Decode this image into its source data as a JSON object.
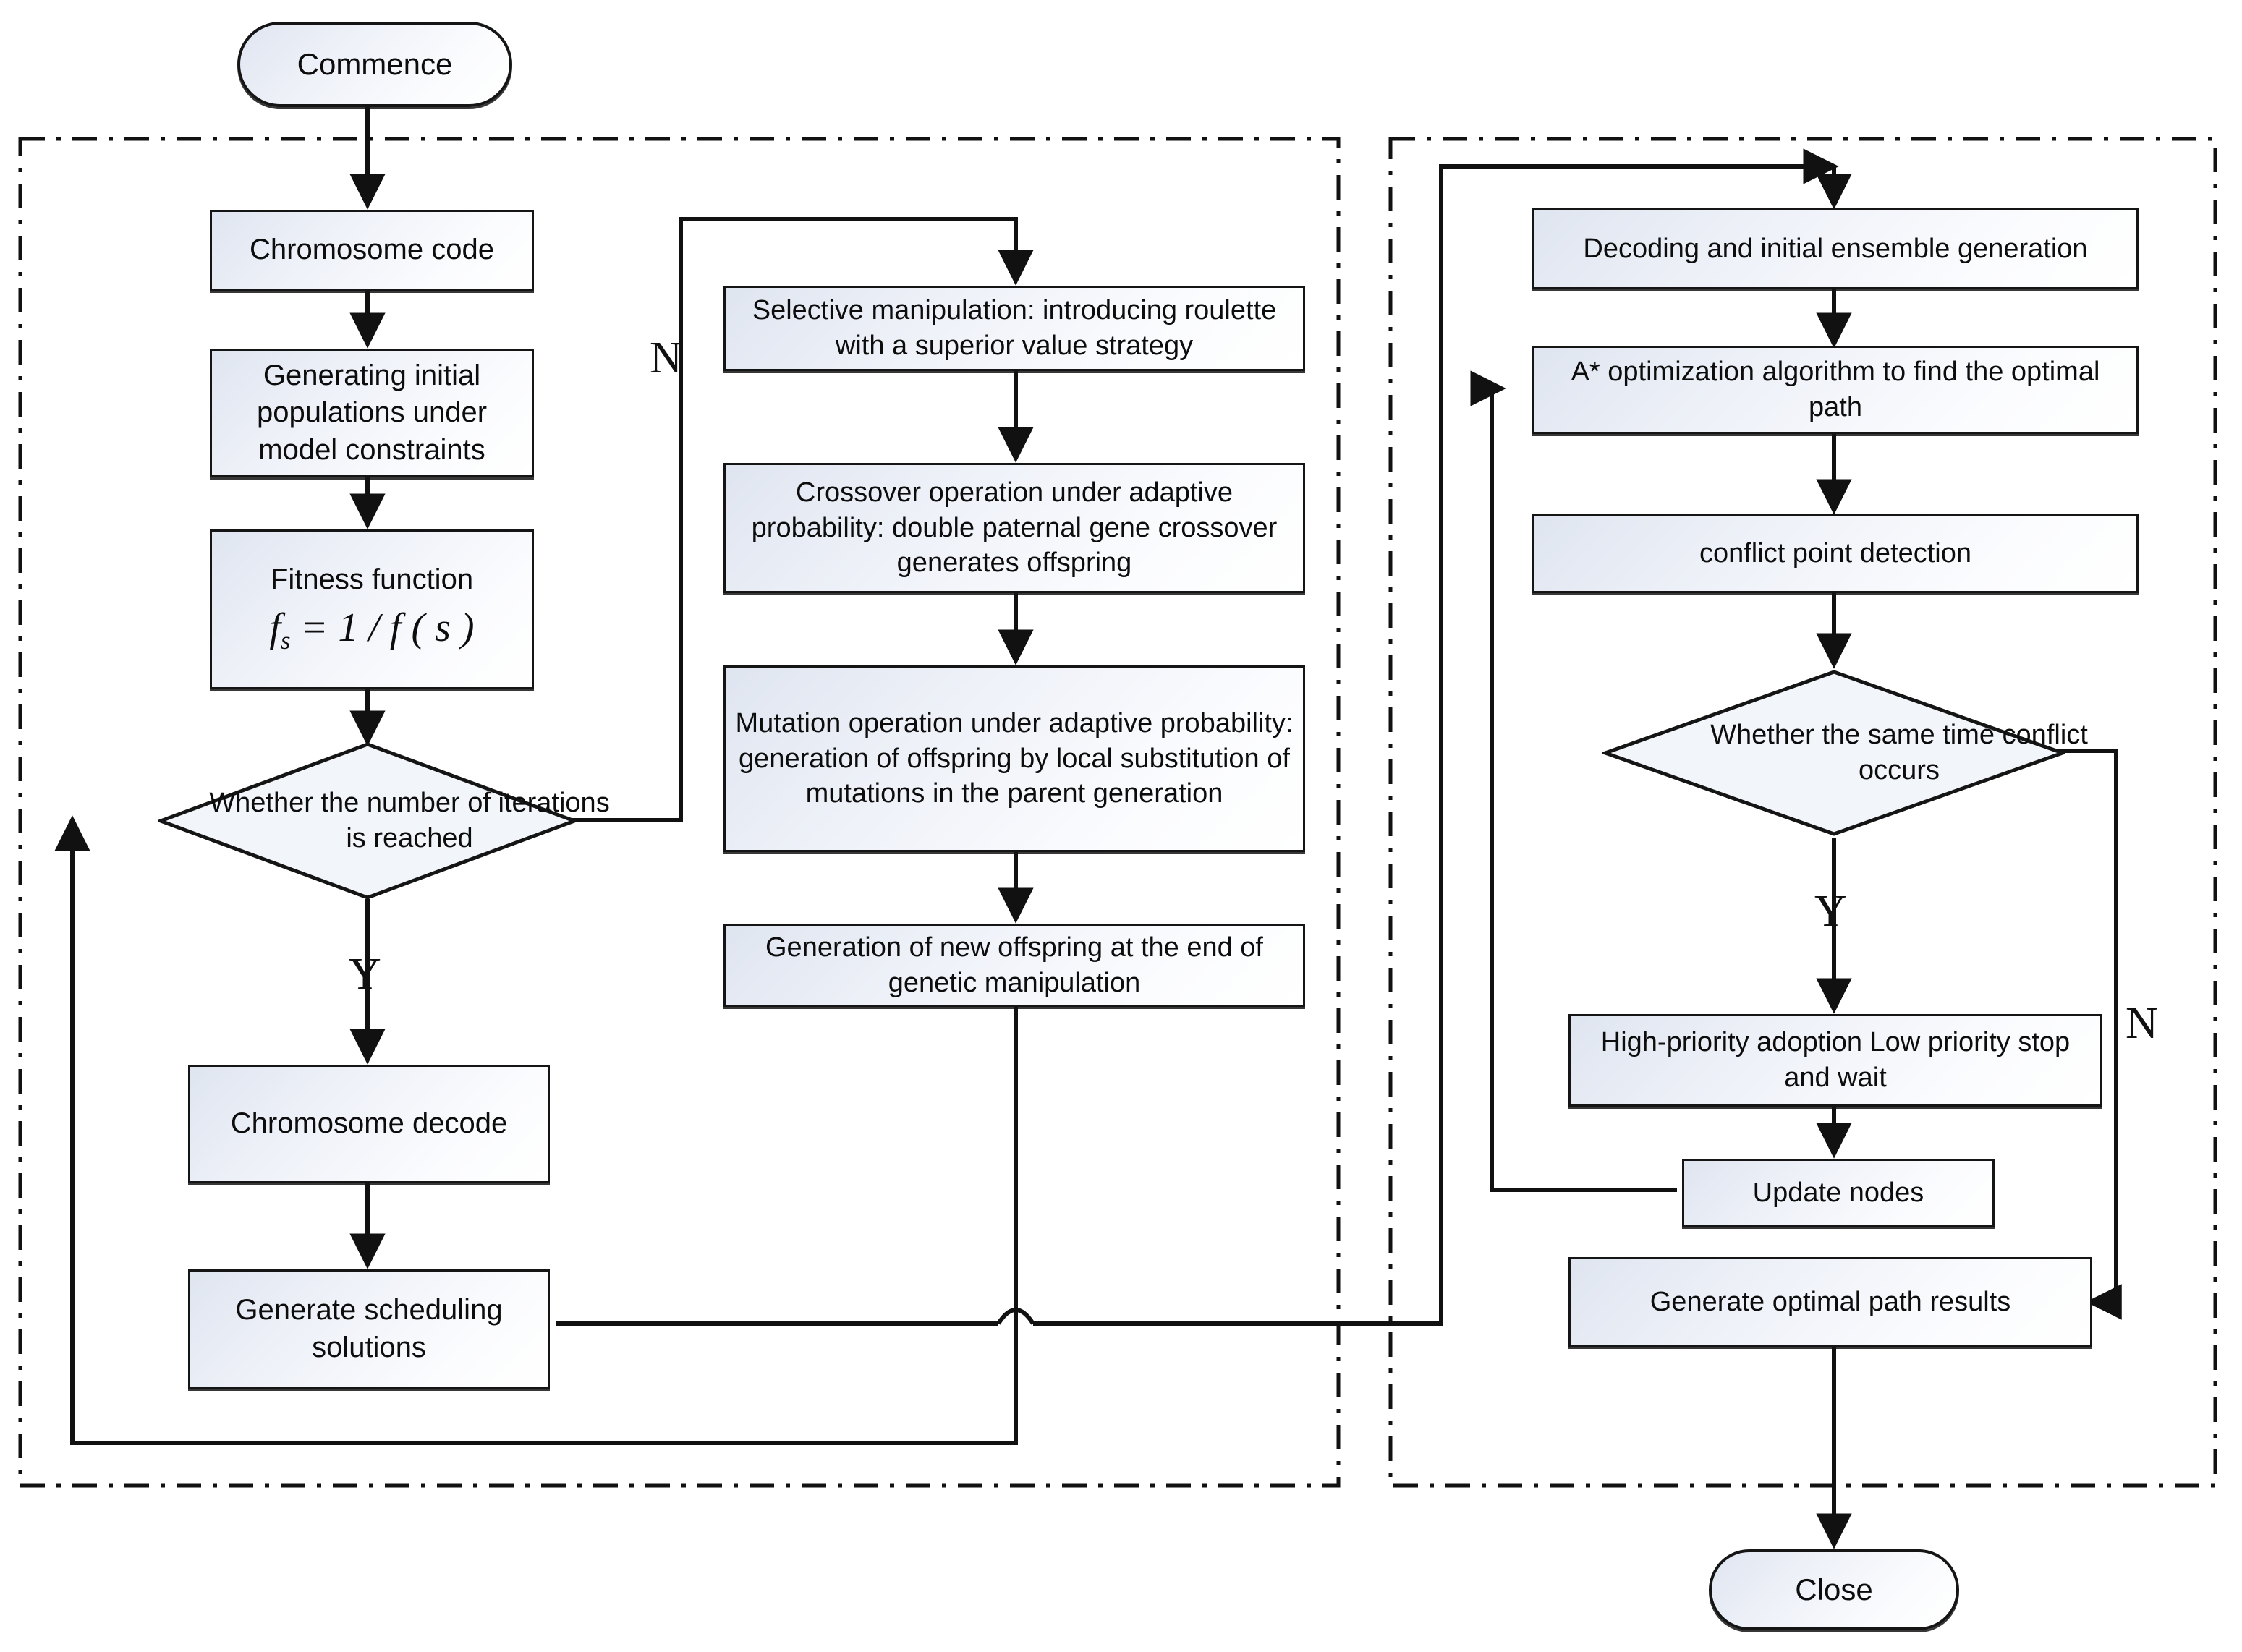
{
  "diagram": {
    "type": "flowchart",
    "title": "",
    "colors": {
      "node_fill_light": "#ffffff",
      "node_fill_tint": "#dfe5f0",
      "stroke": "#151515",
      "background": "#ffffff"
    },
    "groups": [
      {
        "id": "left-group",
        "label": "",
        "style": "dash-dot"
      },
      {
        "id": "right-group",
        "label": "",
        "style": "dash-dot"
      }
    ]
  },
  "nodes": {
    "commence": {
      "label": "Commence",
      "shape": "terminator"
    },
    "chromosome_code": {
      "label": "Chromosome code",
      "shape": "process"
    },
    "initial_populations": {
      "label": "Generating initial populations under model constraints",
      "shape": "process"
    },
    "fitness_function": {
      "label": "Fitness function",
      "formula_fs": "f",
      "formula_sub": "s",
      "formula_rest": " = 1 / f ( s )",
      "shape": "process"
    },
    "iterations_check": {
      "label": "Whether the number of iterations is reached",
      "shape": "decision"
    },
    "chromosome_decode": {
      "label": "Chromosome decode",
      "shape": "process"
    },
    "scheduling_solutions": {
      "label": "Generate scheduling solutions",
      "shape": "process"
    },
    "selective_manipulation": {
      "label": "Selective manipulation: introducing roulette with a superior value strategy",
      "shape": "process"
    },
    "crossover_operation": {
      "label": "Crossover operation under adaptive probability: double paternal gene crossover generates offspring",
      "shape": "process"
    },
    "mutation_operation": {
      "label": "Mutation operation under adaptive probability: generation of offspring by local substitution of mutations in the parent generation",
      "shape": "process"
    },
    "new_offspring": {
      "label": "Generation of new offspring at the end of genetic manipulation",
      "shape": "process"
    },
    "decoding_ensemble": {
      "label": "Decoding and initial ensemble generation",
      "shape": "process"
    },
    "astar_optimization": {
      "label": "A* optimization algorithm to find the optimal path",
      "shape": "process"
    },
    "conflict_detection": {
      "label": "conflict point detection",
      "shape": "process"
    },
    "time_conflict_check": {
      "label": "Whether the same time conflict occurs",
      "shape": "decision"
    },
    "priority_rule": {
      "label": "High-priority adoption Low priority stop and wait",
      "shape": "process"
    },
    "update_nodes": {
      "label": "Update nodes",
      "shape": "process"
    },
    "optimal_path_results": {
      "label": "Generate optimal path results",
      "shape": "process"
    },
    "close": {
      "label": "Close",
      "shape": "terminator"
    }
  },
  "edge_labels": {
    "iterations_no": "N",
    "iterations_yes": "Y",
    "conflict_yes": "Y",
    "conflict_no": "N"
  }
}
